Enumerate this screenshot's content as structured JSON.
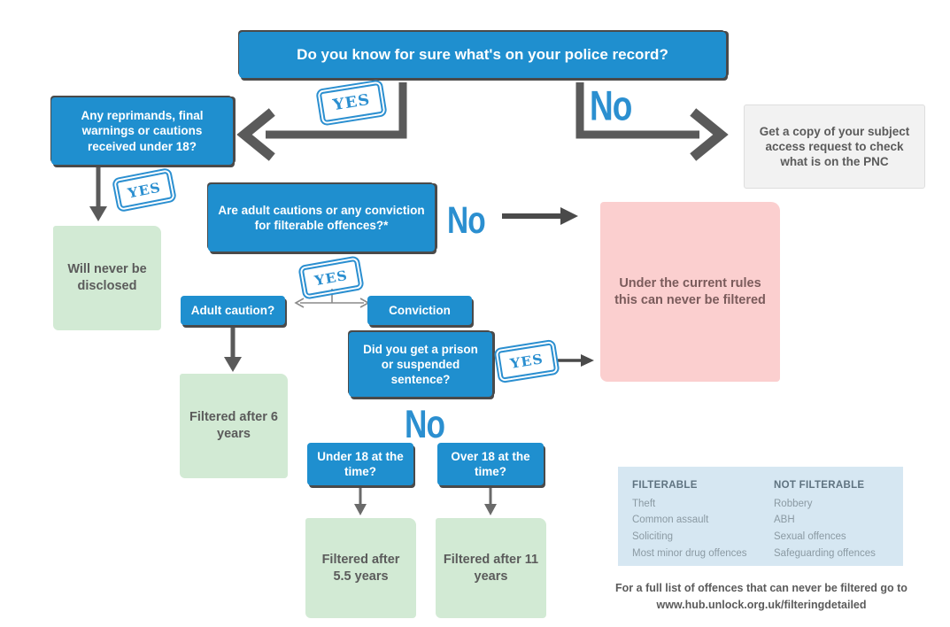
{
  "title": "Police record filtering flowchart",
  "colors": {
    "blue": "#1f8fcf",
    "stamp_blue": "#2b8fd0",
    "green": "#d2ead4",
    "pink": "#fbcfcf",
    "grey": "#f2f2f2",
    "legend_bg": "#d6e7f2",
    "arrow": "#5a5a5a",
    "text_dark": "#5b5b5b"
  },
  "nodes": {
    "q_know_record": "Do you know for sure what's on your police record?",
    "q_reprimands": "Any reprimands, final warnings or cautions received under 18?",
    "note_subject_access": "Get a copy of your subject access request to check what is on the PNC",
    "q_adult_cautions": "Are adult cautions or any conviction for filterable offences?*",
    "out_never_disclosed": "Will never be disclosed",
    "out_never_filtered": "Under the current rules this can never be filtered",
    "q_adult_caution": "Adult caution?",
    "q_conviction": "Conviction",
    "q_prison_sentence": "Did you get a prison or suspended sentence?",
    "out_filtered_6": "Filtered after 6 years",
    "q_under_18": "Under 18 at the time?",
    "q_over_18": "Over 18 at the time?",
    "out_filtered_55": "Filtered after 5.5 years",
    "out_filtered_11": "Filtered after 11 years"
  },
  "labels": {
    "yes": "YES",
    "no": "No"
  },
  "edge_labels": {
    "top_yes": "YES",
    "top_no": "No",
    "reprimands_yes": "YES",
    "adult_cautions_no": "No",
    "adult_cautions_yes": "YES",
    "prison_yes": "YES",
    "prison_no": "No"
  },
  "legend": {
    "filterable": {
      "heading": "FILTERABLE",
      "items": [
        "Theft",
        "Common assault",
        "Soliciting",
        "Most minor drug offences"
      ]
    },
    "not_filterable": {
      "heading": "NOT FILTERABLE",
      "items": [
        "Robbery",
        "ABH",
        "Sexual offences",
        "Safeguarding offences"
      ]
    }
  },
  "footnote": {
    "line1": "For a full list of offences that can never be filtered go to",
    "line2": "www.hub.unlock.org.uk/filteringdetailed"
  }
}
